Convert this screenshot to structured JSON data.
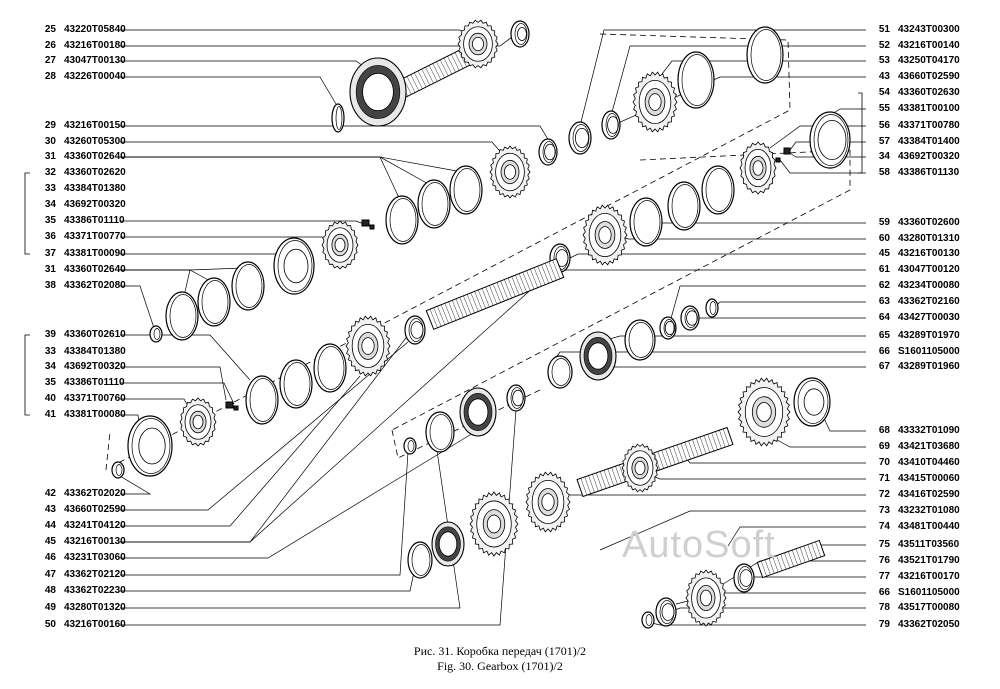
{
  "watermark": "AutoSoft",
  "caption": {
    "ru": "Рис. 31. Коробка передач (1701)/2",
    "en": "Fig. 30. Gearbox (1701)/2"
  },
  "left_labels": [
    {
      "num": "25",
      "code": "43220T05840"
    },
    {
      "num": "26",
      "code": "43216T00180"
    },
    {
      "num": "27",
      "code": "43047T00130"
    },
    {
      "num": "28",
      "code": "43226T00040"
    },
    {
      "num": "29",
      "code": "43216T00150"
    },
    {
      "num": "30",
      "code": "43260T05300"
    },
    {
      "num": "31",
      "code": "43360T02640"
    },
    {
      "num": "32",
      "code": "43360T02620"
    },
    {
      "num": "33",
      "code": "43384T01380"
    },
    {
      "num": "34",
      "code": "43692T00320"
    },
    {
      "num": "35",
      "code": "43386T01110"
    },
    {
      "num": "36",
      "code": "43371T00770"
    },
    {
      "num": "37",
      "code": "43381T00090"
    },
    {
      "num": "31",
      "code": "43360T02640"
    },
    {
      "num": "38",
      "code": "43362T02080"
    },
    {
      "num": "39",
      "code": "43360T02610"
    },
    {
      "num": "33",
      "code": "43384T01380"
    },
    {
      "num": "34",
      "code": "43692T00320"
    },
    {
      "num": "35",
      "code": "43386T01110"
    },
    {
      "num": "40",
      "code": "43371T00760"
    },
    {
      "num": "41",
      "code": "43381T00080"
    },
    {
      "num": "42",
      "code": "43362T02020"
    },
    {
      "num": "43",
      "code": "43660T02590"
    },
    {
      "num": "44",
      "code": "43241T04120"
    },
    {
      "num": "45",
      "code": "43216T00130"
    },
    {
      "num": "46",
      "code": "43231T03060"
    },
    {
      "num": "47",
      "code": "43362T02120"
    },
    {
      "num": "48",
      "code": "43362T02230"
    },
    {
      "num": "49",
      "code": "43280T01320"
    },
    {
      "num": "50",
      "code": "43216T00160"
    }
  ],
  "right_labels": [
    {
      "num": "51",
      "code": "43243T00300"
    },
    {
      "num": "52",
      "code": "43216T00140"
    },
    {
      "num": "53",
      "code": "43250T04170"
    },
    {
      "num": "43",
      "code": "43660T02590"
    },
    {
      "num": "54",
      "code": "43360T02630"
    },
    {
      "num": "55",
      "code": "43381T00100"
    },
    {
      "num": "56",
      "code": "43371T00780"
    },
    {
      "num": "57",
      "code": "43384T01400"
    },
    {
      "num": "34",
      "code": "43692T00320"
    },
    {
      "num": "58",
      "code": "43386T01130"
    },
    {
      "num": "59",
      "code": "43360T02600"
    },
    {
      "num": "60",
      "code": "43280T01310"
    },
    {
      "num": "45",
      "code": "43216T00130"
    },
    {
      "num": "61",
      "code": "43047T00120"
    },
    {
      "num": "62",
      "code": "43234T00080"
    },
    {
      "num": "63",
      "code": "43362T02160"
    },
    {
      "num": "64",
      "code": "43427T00030"
    },
    {
      "num": "65",
      "code": "43289T01970"
    },
    {
      "num": "66",
      "code": "S1601105000"
    },
    {
      "num": "67",
      "code": "43289T01960"
    },
    {
      "num": "68",
      "code": "43332T01090"
    },
    {
      "num": "69",
      "code": "43421T03680"
    },
    {
      "num": "70",
      "code": "43410T04460"
    },
    {
      "num": "71",
      "code": "43415T00060"
    },
    {
      "num": "72",
      "code": "43416T02590"
    },
    {
      "num": "73",
      "code": "43232T01080"
    },
    {
      "num": "74",
      "code": "43481T00440"
    },
    {
      "num": "75",
      "code": "43511T03560"
    },
    {
      "num": "76",
      "code": "43521T01790"
    },
    {
      "num": "77",
      "code": "43216T00170"
    },
    {
      "num": "66",
      "code": "S1601105000"
    },
    {
      "num": "78",
      "code": "43517T00080"
    },
    {
      "num": "79",
      "code": "43362T02050"
    }
  ]
}
